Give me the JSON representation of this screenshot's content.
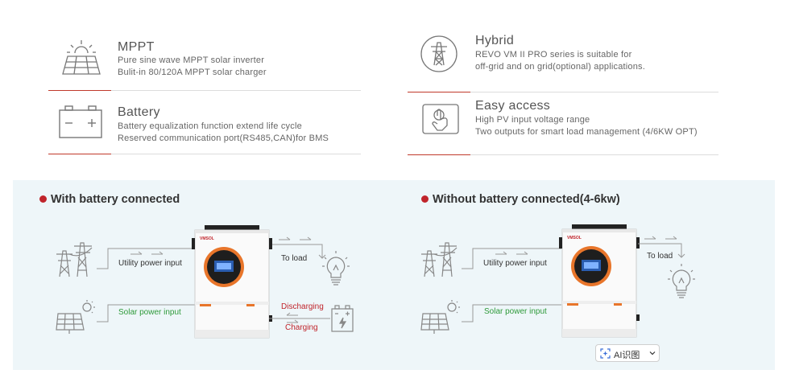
{
  "features": [
    {
      "key": "mppt",
      "title": "MPPT",
      "lines": [
        "Pure sine wave MPPT solar inverter",
        "Bulit-in 80/120A MPPT solar charger"
      ],
      "icon": "solar-panel-icon"
    },
    {
      "key": "hybrid",
      "title": "Hybrid",
      "lines": [
        "REVO VM II PRO series is suitable for",
        "off-grid and on grid(optional) applications."
      ],
      "icon": "power-tower-icon"
    },
    {
      "key": "battery",
      "title": "Battery",
      "lines": [
        "Battery equalization function extend life cycle",
        "Reserved communication port(RS485,CAN)for BMS"
      ],
      "icon": "battery-icon"
    },
    {
      "key": "easy",
      "title": "Easy access",
      "lines": [
        "High PV input voltage range",
        "Two outputs for smart load management (4/6KW OPT)"
      ],
      "icon": "touch-screen-icon"
    }
  ],
  "diagrams": {
    "with_battery": {
      "title": "With battery connected",
      "utility": "Utility power input",
      "solar": "Solar power input",
      "load": "To load",
      "discharging": "Discharging",
      "charging": "Charging"
    },
    "without_battery": {
      "title": "Without battery connected(4-6kw)",
      "utility": "Utility power input",
      "solar": "Solar power input",
      "load": "To load"
    }
  },
  "ai_button": {
    "label": "AI识图"
  },
  "colors": {
    "accent_red": "#c0242b",
    "solar_green": "#2e9a3a",
    "panel_bg": "#eef6f9",
    "inverter_orange": "#e8752a"
  }
}
